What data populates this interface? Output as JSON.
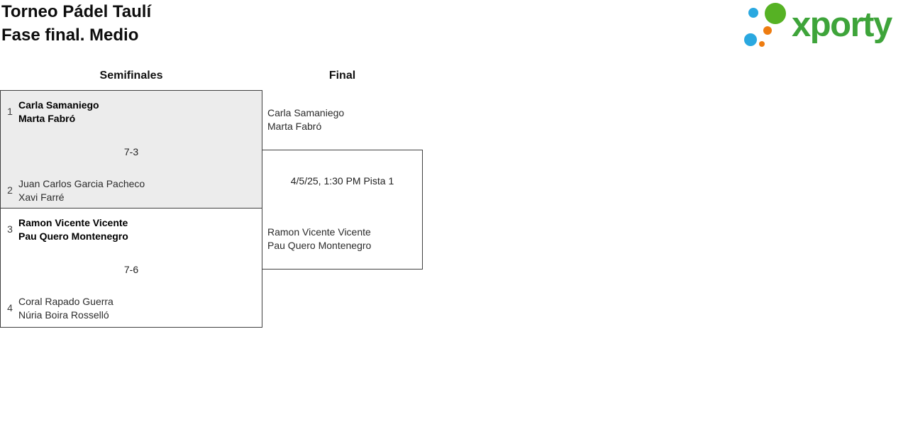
{
  "header": {
    "title": "Torneo Pádel Taulí",
    "subtitle": "Fase final. Medio"
  },
  "logo": {
    "brand": "xporty",
    "colors": {
      "blue": "#2aa8e0",
      "green": "#56b224",
      "orange": "#ee7c10",
      "text": "#3ea43a"
    }
  },
  "rounds": {
    "semifinals": "Semifinales",
    "final": "Final"
  },
  "matches": {
    "semifinal1": {
      "seed_top": "1",
      "team_top": {
        "line1": "Carla Samaniego",
        "line2": "Marta Fabró"
      },
      "score": "7-3",
      "seed_bottom": "2",
      "team_bottom": {
        "line1": "Juan Carlos Garcia Pacheco",
        "line2": "Xavi Farré"
      },
      "winner": "top"
    },
    "semifinal2": {
      "seed_top": "3",
      "team_top": {
        "line1": "Ramon Vicente Vicente",
        "line2": "Pau Quero Montenegro"
      },
      "score": "7-6",
      "seed_bottom": "4",
      "team_bottom": {
        "line1": "Coral Rapado Guerra",
        "line2": "Núria Boira Rosselló"
      },
      "winner": "top"
    },
    "final": {
      "team_top": {
        "line1": "Carla Samaniego",
        "line2": "Marta Fabró"
      },
      "info": "4/5/25, 1:30 PM Pista 1",
      "team_bottom": {
        "line1": "Ramon Vicente Vicente",
        "line2": "Pau Quero Montenegro"
      }
    }
  }
}
